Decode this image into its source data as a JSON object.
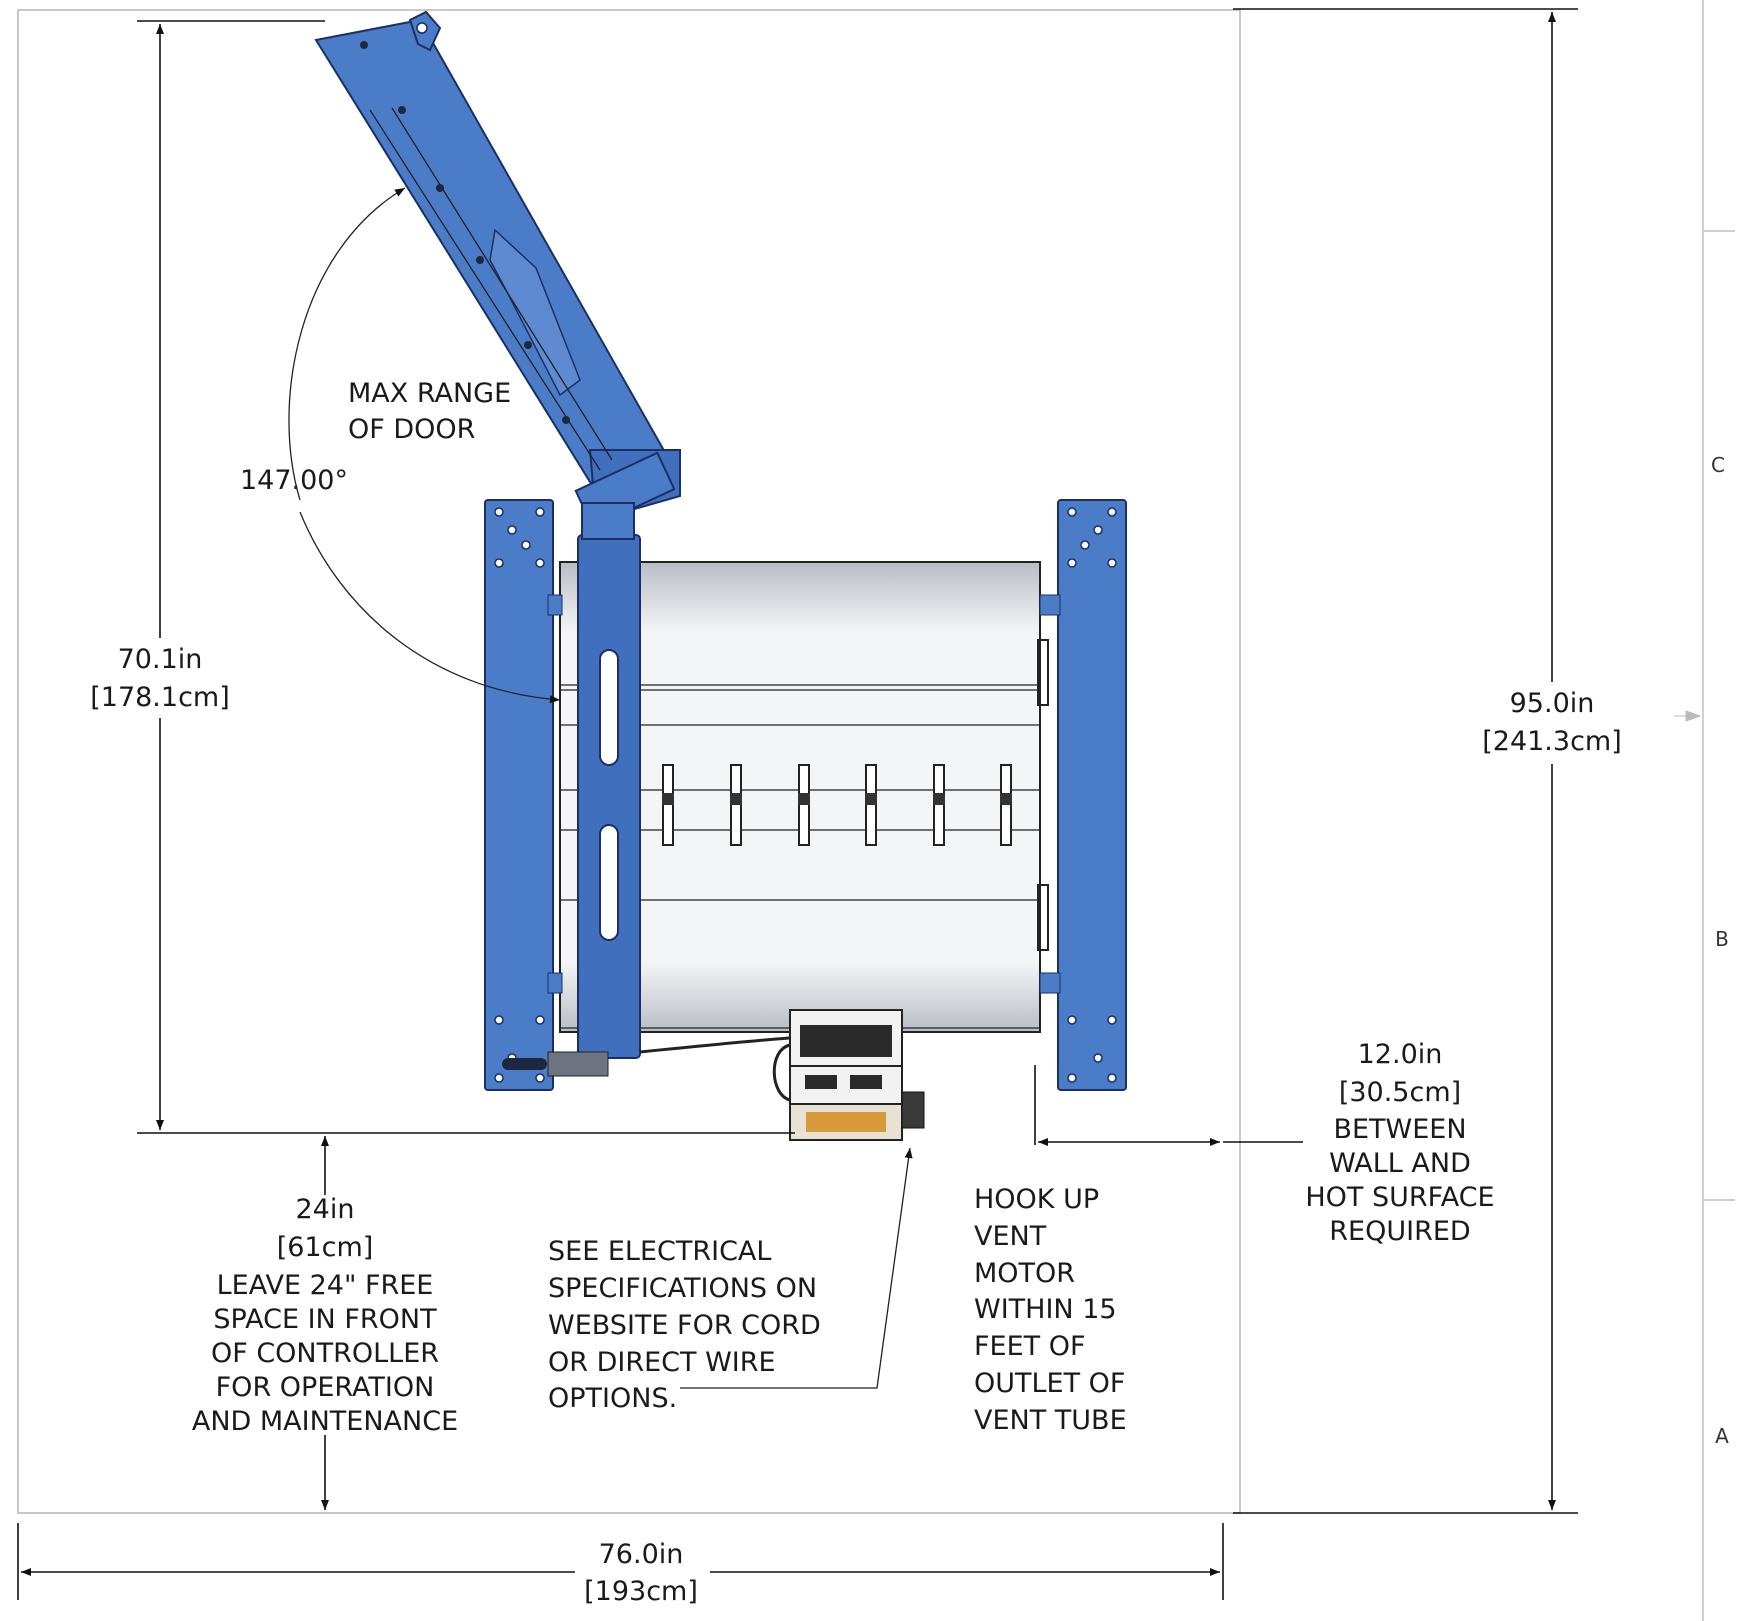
{
  "dimensions": {
    "height_left": {
      "value": "70.1in",
      "metric": "[178.1cm]"
    },
    "height_right": {
      "value": "95.0in",
      "metric": "[241.3cm]"
    },
    "width_bottom": {
      "value": "76.0in",
      "metric": "[193cm]"
    },
    "front_clearance": {
      "value": "24in",
      "metric": "[61cm]"
    },
    "wall_clearance": {
      "value": "12.0in",
      "metric": "[30.5cm]"
    },
    "door_angle": "147.00°"
  },
  "notes": {
    "door": [
      "MAX RANGE",
      "OF DOOR"
    ],
    "front": [
      "LEAVE 24\" FREE",
      "SPACE IN FRONT",
      "OF CONTROLLER",
      "FOR OPERATION",
      "AND MAINTENANCE"
    ],
    "wall": [
      "BETWEEN",
      "WALL AND",
      "HOT SURFACE",
      "REQUIRED"
    ],
    "electrical": [
      "SEE ELECTRICAL",
      "SPECIFICATIONS ON",
      "WEBSITE FOR CORD",
      "OR DIRECT WIRE",
      "OPTIONS."
    ],
    "vent": [
      "HOOK UP",
      "VENT",
      "MOTOR",
      "WITHIN 15",
      "FEET OF",
      "OUTLET OF",
      "VENT TUBE"
    ]
  },
  "zones": [
    "C",
    "B",
    "A"
  ],
  "colors": {
    "machine_blue": "#4a7cc8",
    "outline_dark": "#1b2f66",
    "drum_silver": "#e6e8ec"
  }
}
